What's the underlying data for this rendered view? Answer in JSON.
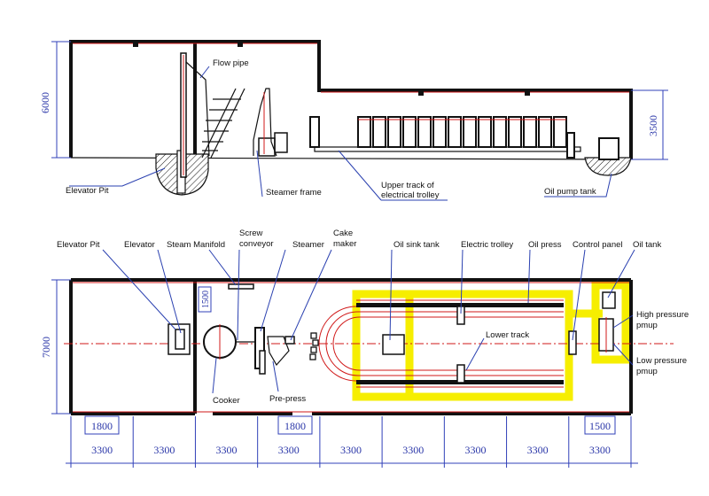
{
  "elevation": {
    "labels": {
      "flow_pipe": "Flow pipe",
      "elevator_pit": "Elevator Pit",
      "steamer_frame": "Steamer frame",
      "upper_track_1": "Upper track of",
      "upper_track_2": "electrical trolley",
      "oil_pump_tank": "Oil pump tank"
    },
    "dims": {
      "left": "6000",
      "right": "3500"
    }
  },
  "plan": {
    "labels": {
      "elevator_pit": "Elevator Pit",
      "elevator": "Elevator",
      "steam_manifold": "Steam Manifold",
      "screw_1": "Screw",
      "screw_2": "conveyor",
      "steamer": "Steamer",
      "cake_1": "Cake",
      "cake_2": "maker",
      "oil_sink_tank": "Oil sink tank",
      "electric_trolley": "Electric trolley",
      "oil_press": "Oil press",
      "control_panel": "Control panel",
      "oil_tank": "Oil tank",
      "high_pressure_1": "High pressure",
      "high_pressure_2": "pmup",
      "low_pressure_1": "Low pressure",
      "low_pressure_2": "pmup",
      "lower_track": "Lower track",
      "cooker": "Cooker",
      "pre_press": "Pre-press"
    },
    "dims": {
      "height": "7000",
      "inner_1500": "1500",
      "d1800_left": "1800",
      "d1800_mid": "1800",
      "d1500_right": "1500",
      "bays": [
        "3300",
        "3300",
        "3300",
        "3300",
        "3300",
        "3300",
        "3300",
        "3300",
        "3300"
      ]
    }
  }
}
